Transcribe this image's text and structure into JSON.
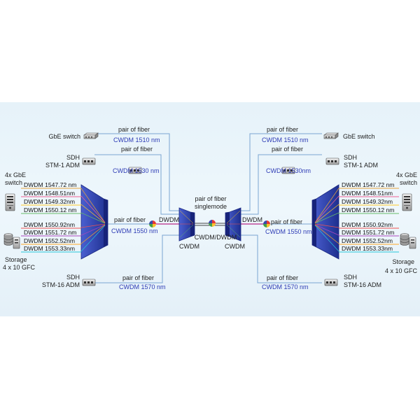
{
  "left": {
    "gbe_switch": "GbE switch",
    "sdh_stm1": [
      "SDH",
      "STM-1 ADM"
    ],
    "gbe4x": [
      "4x GbE",
      "switch"
    ],
    "storage": [
      "Storage",
      "4 x 10 GFC"
    ],
    "sdh_stm16": [
      "SDH",
      "STM-16 ADM"
    ],
    "fiber_1510": {
      "pair": "pair of fiber",
      "band": "CWDM 1510 nm"
    },
    "fiber_1530": {
      "pair": "pair of fiber",
      "band": "CWDM 1530 nm"
    },
    "fiber_1550": {
      "pair": "pair of fiber",
      "band": "CWDM 1550 nm"
    },
    "fiber_1570": {
      "pair": "pair of fiber",
      "band": "CWDM 1570 nm"
    },
    "dwdm": [
      "DWDM 1547.72 nm",
      "DWDM 1548.51nm",
      "DWDM 1549.32nm",
      "DWDM 1550.12 nm",
      "DWDM 1550.92nm",
      "DWDM 1551.72 nm",
      "DWDM 1552.52nm",
      "DWDM 1553.33nm"
    ]
  },
  "right": {
    "gbe_switch": "GbE switch",
    "sdh_stm1": [
      "SDH",
      "STM-1 ADM"
    ],
    "gbe4x": [
      "4x GbE",
      "switch"
    ],
    "storage": [
      "Storage",
      "4 x 10 GFC"
    ],
    "sdh_stm16": [
      "SDH",
      "STM-16 ADM"
    ],
    "fiber_1510": {
      "pair": "pair of fiber",
      "band": "CWDM 1510 nm"
    },
    "fiber_1530": {
      "pair": "pair of fiber",
      "band": "CWDM 1530nm"
    },
    "fiber_1550": {
      "pair": "pair of fiber",
      "band": "CWDM 1550 nm"
    },
    "fiber_1570": {
      "pair": "pair of fiber",
      "band": "CWDM 1570 nm"
    },
    "dwdm": [
      "DWDM 1547.72 nm",
      "DWDM 1548.51nm",
      "DWDM 1549.32nm",
      "DWDM 1550.12 nm",
      "DWDM 1550.92nm",
      "DWDM 1551.72 nm",
      "DWDM 1552.52nm",
      "DWDM 1553.33nm"
    ]
  },
  "center": {
    "trunk": [
      "pair of fiber",
      "singlemode"
    ],
    "dwdm_left": "DWDM",
    "dwdm_right": "DWDM",
    "cwdm_left": "CWDM",
    "cwdm_right": "CWDM",
    "cwdm_dwdm": "CWDM/DWDM"
  },
  "colors": {
    "fiber": "#7aa5d2",
    "label_blue": "#2d3bb5",
    "mux_body": "#2c3ea8",
    "panel_bg": "#e6f2f9"
  },
  "icons": [
    "gbe-switch-icon",
    "sdh-adm-icon",
    "server-tower-icon",
    "storage-array-icon",
    "wavelength-ball-icon"
  ]
}
